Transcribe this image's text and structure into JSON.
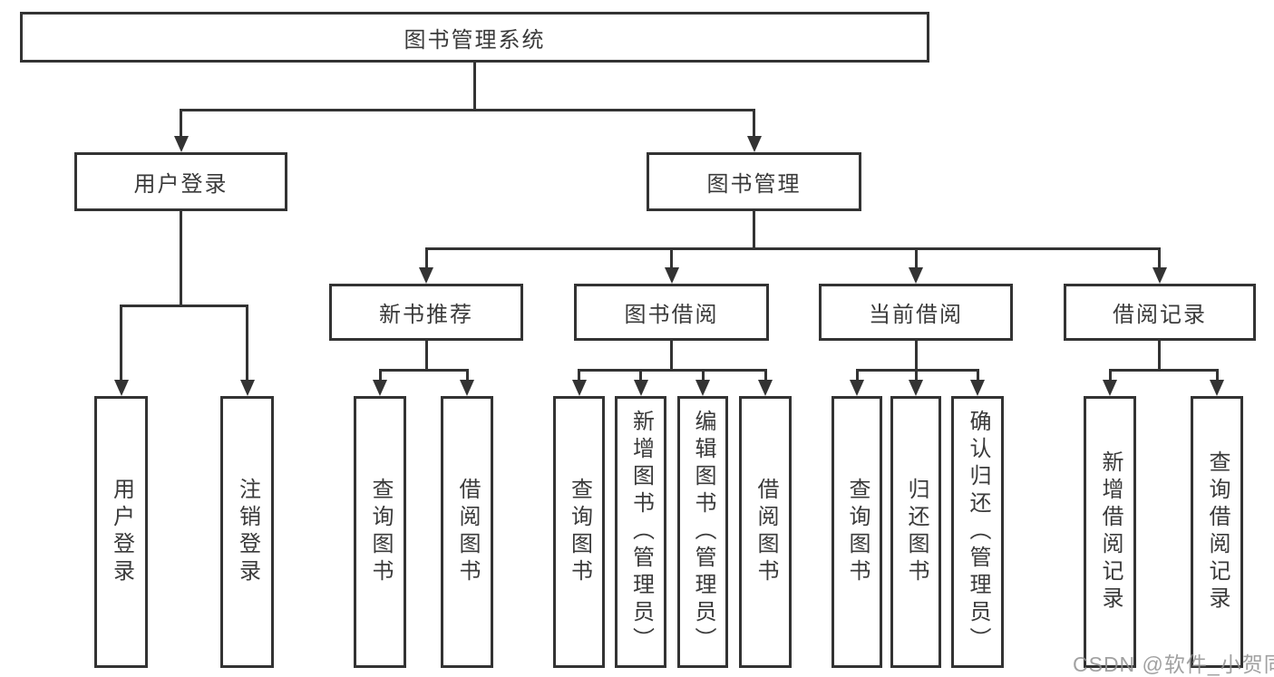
{
  "diagram_title": "图书管理系统",
  "nodes": {
    "root": {
      "label": "图书管理系统"
    },
    "level2": [
      {
        "label": "用户登录"
      },
      {
        "label": "图书管理"
      }
    ],
    "level3": [
      {
        "label": "新书推荐"
      },
      {
        "label": "图书借阅"
      },
      {
        "label": "当前借阅"
      },
      {
        "label": "借阅记录"
      }
    ],
    "leaves": [
      {
        "label": "用户登录"
      },
      {
        "label": "注销登录"
      },
      {
        "label": "查询图书"
      },
      {
        "label": "借阅图书"
      },
      {
        "label": "查询图书"
      },
      {
        "label": "新增图书（管理员）"
      },
      {
        "label": "编辑图书（管理员）"
      },
      {
        "label": "借阅图书"
      },
      {
        "label": "查询图书"
      },
      {
        "label": "归还图书"
      },
      {
        "label": "确认归还（管理员）"
      },
      {
        "label": "新增借阅记录"
      },
      {
        "label": "查询借阅记录"
      }
    ]
  },
  "watermark": "CSDN @软件_小贺同学",
  "colors": {
    "line": "#333333",
    "text": "#3a3a3a",
    "background": "#ffffff",
    "watermark": "#919191"
  }
}
